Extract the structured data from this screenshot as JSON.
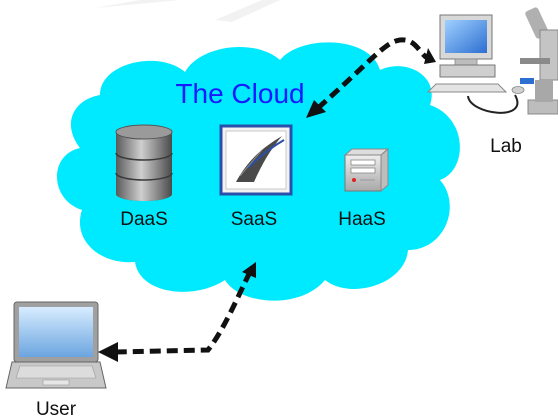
{
  "cloud": {
    "title": "The Cloud",
    "fill": "#00eaff",
    "title_color": "#1a1aff"
  },
  "services": [
    {
      "label": "DaaS",
      "icon": "database-icon"
    },
    {
      "label": "SaaS",
      "icon": "office-document-icon"
    },
    {
      "label": "HaaS",
      "icon": "server-tower-icon"
    }
  ],
  "nodes": {
    "lab": {
      "label": "Lab",
      "icons": [
        "desktop-computer-icon",
        "microscope-icon"
      ]
    },
    "user": {
      "label": "User",
      "icon": "laptop-icon"
    }
  },
  "connections": [
    {
      "from": "lab",
      "to": "cloud",
      "style": "dashed-arrow"
    },
    {
      "from": "cloud",
      "to": "user",
      "style": "dashed-arrow"
    }
  ]
}
